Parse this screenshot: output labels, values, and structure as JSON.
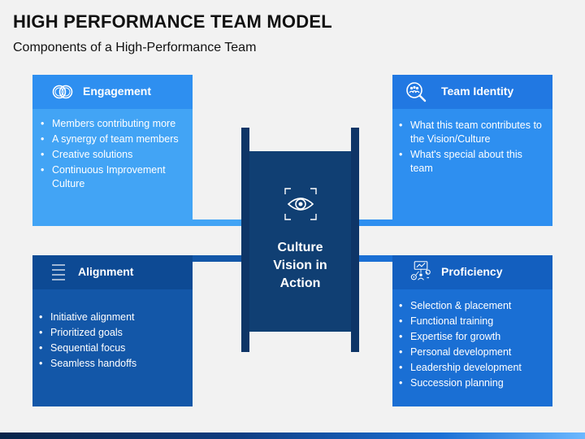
{
  "header": {
    "title": "HIGH PERFORMANCE TEAM MODEL",
    "subtitle": "Components of a High-Performance Team"
  },
  "center": {
    "line1": "Culture",
    "line2": "Vision in",
    "line3": "Action",
    "icon": "eye-target-icon"
  },
  "boxes": {
    "engagement": {
      "label": "Engagement",
      "icon": "interlocking-rings-icon",
      "items": [
        "Members contributing more",
        "A synergy of team members",
        "Creative solutions",
        "Continuous Improvement Culture"
      ]
    },
    "identity": {
      "label": "Team Identity",
      "icon": "team-search-icon",
      "items": [
        "What this team contributes to the Vision/Culture",
        "What's special about this team"
      ]
    },
    "alignment": {
      "label": "Alignment",
      "icon": "lines-icon",
      "items": [
        "Initiative alignment",
        "Prioritized goals",
        "Sequential focus",
        "Seamless handoffs"
      ]
    },
    "proficiency": {
      "label": "Proficiency",
      "icon": "skills-icon",
      "items": [
        "Selection & placement",
        "Functional training",
        "Expertise for growth",
        "Personal development",
        "Leadership development",
        "Succession planning"
      ]
    }
  },
  "colors": {
    "engagement": "#42a4f5",
    "identity": "#2e8ff0",
    "alignment": "#1357a8",
    "proficiency": "#1a6fd4",
    "center": "#103f73"
  }
}
